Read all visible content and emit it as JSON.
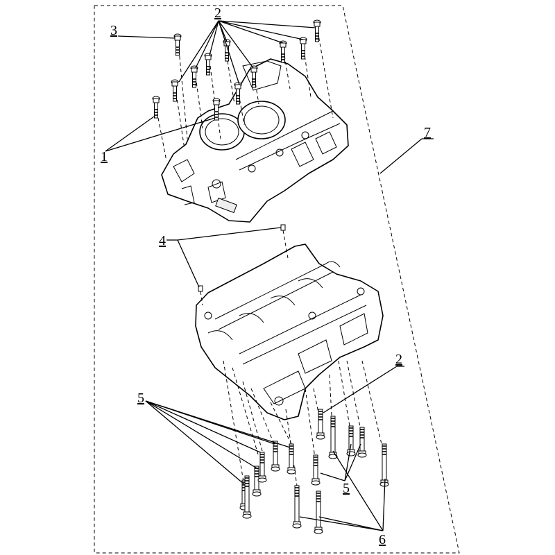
{
  "callouts": {
    "c1": "1",
    "c2_top": "2",
    "c2_mid": "2",
    "c3": "3",
    "c4": "4",
    "c5_left": "5",
    "c5_right": "5",
    "c6": "6",
    "c7": "7"
  }
}
